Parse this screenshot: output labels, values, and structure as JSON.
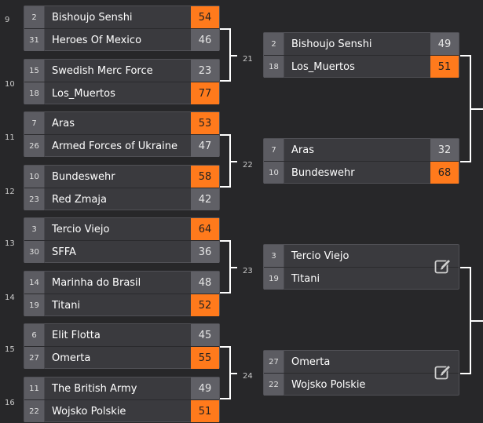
{
  "round1": [
    {
      "label": "9",
      "rows": [
        {
          "seed": "2",
          "name": "Bishoujo Senshi",
          "score": "54",
          "win": true
        },
        {
          "seed": "31",
          "name": "Heroes Of Mexico",
          "score": "46",
          "win": false
        }
      ]
    },
    {
      "label": "10",
      "rows": [
        {
          "seed": "15",
          "name": "Swedish Merc Force",
          "score": "23",
          "win": false
        },
        {
          "seed": "18",
          "name": "Los_Muertos",
          "score": "77",
          "win": true
        }
      ]
    },
    {
      "label": "11",
      "rows": [
        {
          "seed": "7",
          "name": "Aras",
          "score": "53",
          "win": true
        },
        {
          "seed": "26",
          "name": "Armed Forces of Ukraine",
          "score": "47",
          "win": false
        }
      ]
    },
    {
      "label": "12",
      "rows": [
        {
          "seed": "10",
          "name": "Bundeswehr",
          "score": "58",
          "win": true
        },
        {
          "seed": "23",
          "name": "Red Zmaja",
          "score": "42",
          "win": false
        }
      ]
    },
    {
      "label": "13",
      "rows": [
        {
          "seed": "3",
          "name": "Tercio Viejo",
          "score": "64",
          "win": true
        },
        {
          "seed": "30",
          "name": "SFFA",
          "score": "36",
          "win": false
        }
      ]
    },
    {
      "label": "14",
      "rows": [
        {
          "seed": "14",
          "name": "Marinha do Brasil",
          "score": "48",
          "win": false
        },
        {
          "seed": "19",
          "name": "Titani",
          "score": "52",
          "win": true
        }
      ]
    },
    {
      "label": "15",
      "rows": [
        {
          "seed": "6",
          "name": "Elit Flotta",
          "score": "45",
          "win": false
        },
        {
          "seed": "27",
          "name": "Omerta",
          "score": "55",
          "win": true
        }
      ]
    },
    {
      "label": "16",
      "rows": [
        {
          "seed": "11",
          "name": "The British Army",
          "score": "49",
          "win": false
        },
        {
          "seed": "22",
          "name": "Wojsko Polskie",
          "score": "51",
          "win": true
        }
      ]
    }
  ],
  "round2": [
    {
      "label": "21",
      "rows": [
        {
          "seed": "2",
          "name": "Bishoujo Senshi",
          "score": "49",
          "win": false
        },
        {
          "seed": "18",
          "name": "Los_Muertos",
          "score": "51",
          "win": true
        }
      ]
    },
    {
      "label": "22",
      "rows": [
        {
          "seed": "7",
          "name": "Aras",
          "score": "32",
          "win": false
        },
        {
          "seed": "10",
          "name": "Bundeswehr",
          "score": "68",
          "win": true
        }
      ]
    },
    {
      "label": "23",
      "rows": [
        {
          "seed": "3",
          "name": "Tercio Viejo",
          "score": "",
          "win": false
        },
        {
          "seed": "19",
          "name": "Titani",
          "score": "",
          "win": false
        }
      ],
      "editable": true
    },
    {
      "label": "24",
      "rows": [
        {
          "seed": "27",
          "name": "Omerta",
          "score": "",
          "win": false
        },
        {
          "seed": "22",
          "name": "Wojsko Polskie",
          "score": "",
          "win": false
        }
      ],
      "editable": true
    }
  ],
  "icons": {
    "edit": "edit-report-icon"
  },
  "colors": {
    "background": "#272729",
    "winner": "#ff7a1c",
    "score": "#606066",
    "seed": "#5c5c62"
  }
}
